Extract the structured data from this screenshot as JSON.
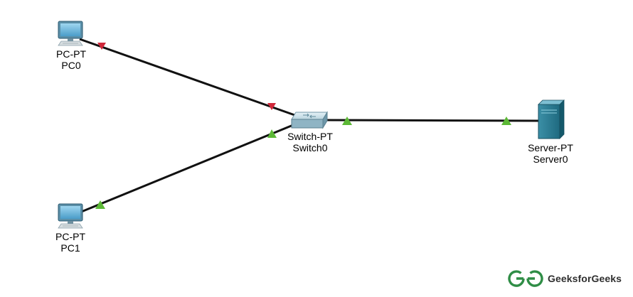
{
  "devices": {
    "pc0": {
      "model": "PC-PT",
      "name": "PC0",
      "icon": "desktop-computer-icon"
    },
    "pc1": {
      "model": "PC-PT",
      "name": "PC1",
      "icon": "desktop-computer-icon"
    },
    "switch0": {
      "model": "Switch-PT",
      "name": "Switch0",
      "icon": "network-switch-icon"
    },
    "server0": {
      "model": "Server-PT",
      "name": "Server0",
      "icon": "server-tower-icon"
    }
  },
  "links": [
    {
      "from": "pc0",
      "to": "switch0",
      "from_status": "down",
      "to_status": "down"
    },
    {
      "from": "pc1",
      "to": "switch0",
      "from_status": "up",
      "to_status": "up"
    },
    {
      "from": "switch0",
      "to": "server0",
      "from_status": "up",
      "to_status": "up"
    }
  ],
  "colors": {
    "link_up": "#5cb836",
    "link_down": "#d0283a",
    "cable": "#111111",
    "brand_green": "#2f8d46"
  },
  "branding": {
    "logo_text": "GeeksforGeeks",
    "logo_icon": "geeksforgeeks-logo-icon"
  }
}
